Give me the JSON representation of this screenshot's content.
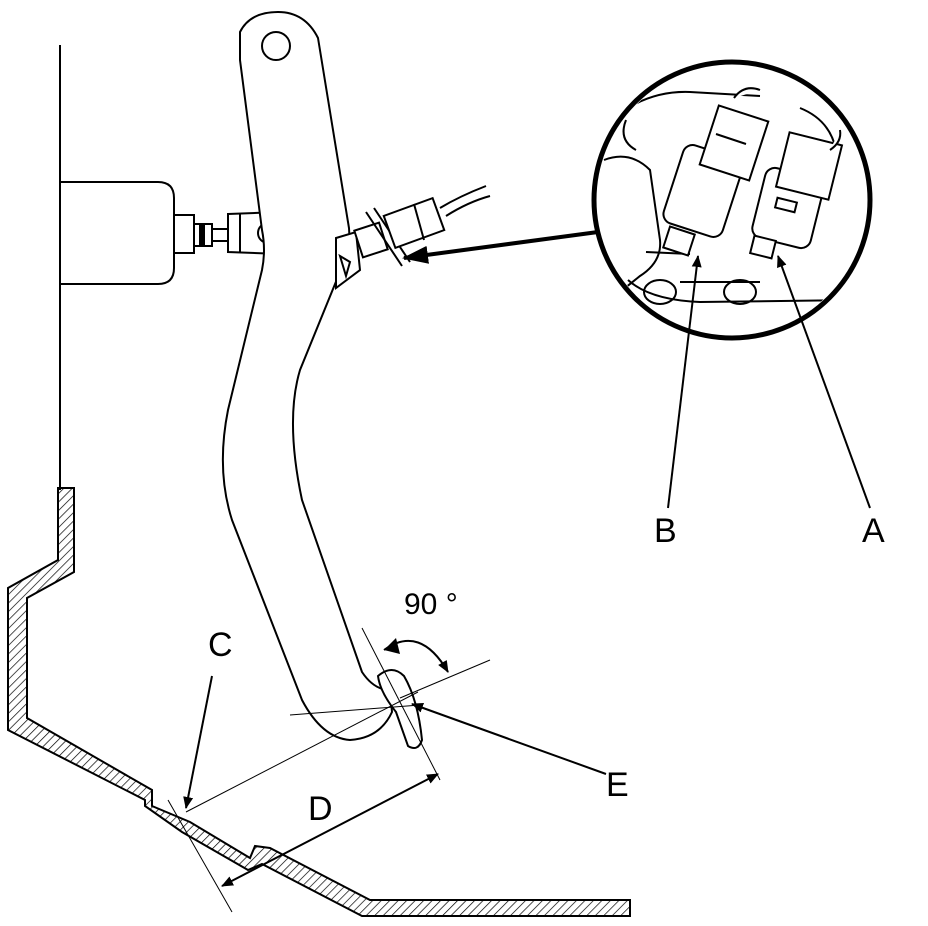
{
  "labels": {
    "a": "A",
    "b": "B",
    "c": "C",
    "d": "D",
    "e": "E"
  },
  "angle": "90 °",
  "colors": {
    "line": "#000000",
    "background": "#ffffff"
  }
}
